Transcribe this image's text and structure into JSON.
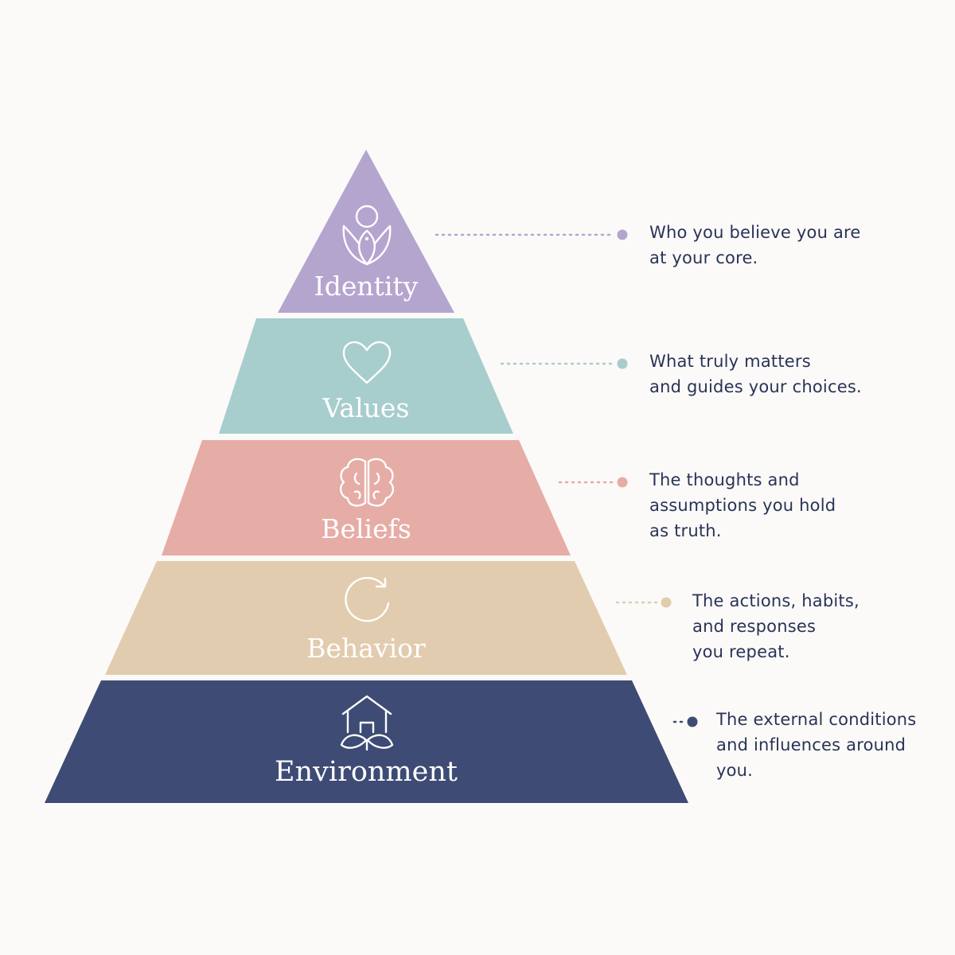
{
  "tiers": [
    {
      "id": "identity",
      "label": "Identity",
      "icon": "person-lotus-icon",
      "color": "#b4a5cf",
      "description": [
        "Who you believe you are",
        "at your core."
      ]
    },
    {
      "id": "values",
      "label": "Values",
      "icon": "heart-icon",
      "color": "#a8cdcd",
      "description": [
        "What truly matters",
        "and guides your choices."
      ]
    },
    {
      "id": "beliefs",
      "label": "Beliefs",
      "icon": "brain-icon",
      "color": "#e6aca6",
      "description": [
        "The thoughts and",
        "assumptions you hold",
        "as truth."
      ]
    },
    {
      "id": "behavior",
      "label": "Behavior",
      "icon": "refresh-cycle-icon",
      "color": "#e2ccaf",
      "description": [
        "The actions, habits,",
        "and responses",
        "you repeat."
      ]
    },
    {
      "id": "environment",
      "label": "Environment",
      "icon": "house-leaves-icon",
      "color": "#3e4b74",
      "description": [
        "The external conditions",
        "and influences around",
        "you."
      ]
    }
  ]
}
